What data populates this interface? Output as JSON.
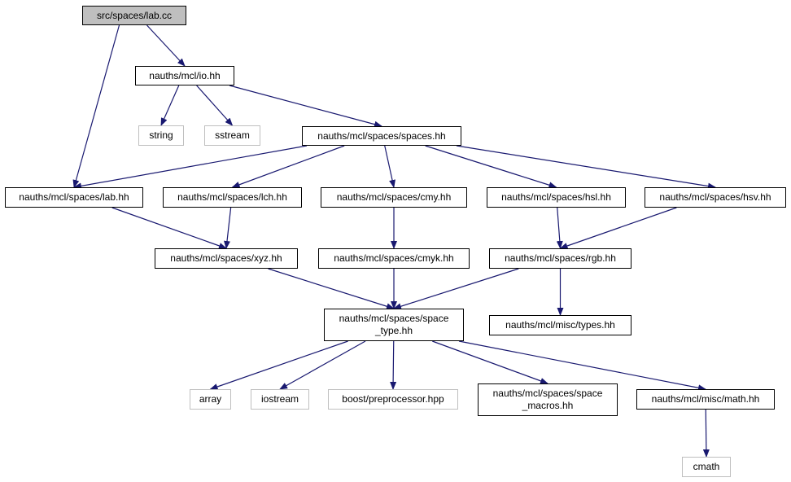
{
  "colors": {
    "edge": "#191970",
    "root_fill": "#bfbfbf",
    "external_border": "#bfbfbf",
    "internal_border": "#000000"
  },
  "nodes": {
    "lab_cc": {
      "label": "src/spaces/lab.cc"
    },
    "io_hh": {
      "label": "nauths/mcl/io.hh"
    },
    "string": {
      "label": "string"
    },
    "sstream": {
      "label": "sstream"
    },
    "spaces_hh": {
      "label": "nauths/mcl/spaces/spaces.hh"
    },
    "lab_hh": {
      "label": "nauths/mcl/spaces/lab.hh"
    },
    "lch_hh": {
      "label": "nauths/mcl/spaces/lch.hh"
    },
    "cmy_hh": {
      "label": "nauths/mcl/spaces/cmy.hh"
    },
    "hsl_hh": {
      "label": "nauths/mcl/spaces/hsl.hh"
    },
    "hsv_hh": {
      "label": "nauths/mcl/spaces/hsv.hh"
    },
    "xyz_hh": {
      "label": "nauths/mcl/spaces/xyz.hh"
    },
    "cmyk_hh": {
      "label": "nauths/mcl/spaces/cmyk.hh"
    },
    "rgb_hh": {
      "label": "nauths/mcl/spaces/rgb.hh"
    },
    "space_type_hh": {
      "label_line1": "nauths/mcl/spaces/space",
      "label_line2": "_type.hh"
    },
    "types_hh": {
      "label": "nauths/mcl/misc/types.hh"
    },
    "array": {
      "label": "array"
    },
    "iostream": {
      "label": "iostream"
    },
    "boost_pp": {
      "label": "boost/preprocessor.hpp"
    },
    "space_macros_hh": {
      "label_line1": "nauths/mcl/spaces/space",
      "label_line2": "_macros.hh"
    },
    "math_hh": {
      "label": "nauths/mcl/misc/math.hh"
    },
    "cmath": {
      "label": "cmath"
    }
  },
  "edges": [
    [
      "lab_cc",
      "io_hh"
    ],
    [
      "lab_cc",
      "lab_hh"
    ],
    [
      "io_hh",
      "string"
    ],
    [
      "io_hh",
      "sstream"
    ],
    [
      "io_hh",
      "spaces_hh"
    ],
    [
      "spaces_hh",
      "lab_hh"
    ],
    [
      "spaces_hh",
      "lch_hh"
    ],
    [
      "spaces_hh",
      "cmy_hh"
    ],
    [
      "spaces_hh",
      "hsl_hh"
    ],
    [
      "spaces_hh",
      "hsv_hh"
    ],
    [
      "lab_hh",
      "xyz_hh"
    ],
    [
      "lch_hh",
      "xyz_hh"
    ],
    [
      "cmy_hh",
      "cmyk_hh"
    ],
    [
      "hsl_hh",
      "rgb_hh"
    ],
    [
      "hsv_hh",
      "rgb_hh"
    ],
    [
      "xyz_hh",
      "space_type_hh"
    ],
    [
      "cmyk_hh",
      "space_type_hh"
    ],
    [
      "rgb_hh",
      "space_type_hh"
    ],
    [
      "rgb_hh",
      "types_hh"
    ],
    [
      "space_type_hh",
      "array"
    ],
    [
      "space_type_hh",
      "iostream"
    ],
    [
      "space_type_hh",
      "boost_pp"
    ],
    [
      "space_type_hh",
      "space_macros_hh"
    ],
    [
      "space_type_hh",
      "math_hh"
    ],
    [
      "math_hh",
      "cmath"
    ]
  ]
}
